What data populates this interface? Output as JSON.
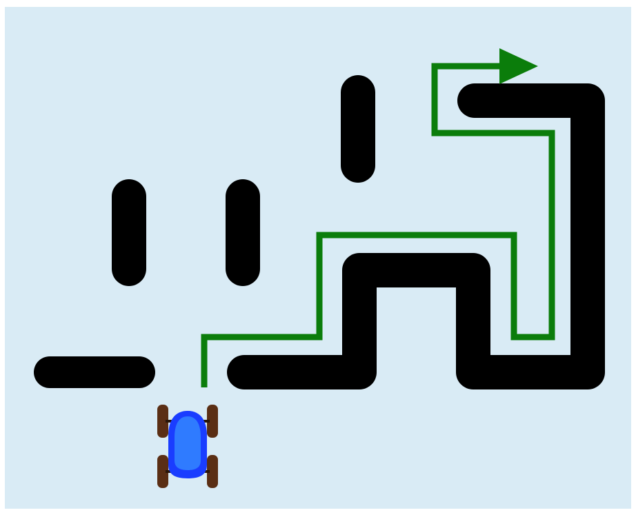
{
  "scene": {
    "type": "robot-maze",
    "colors": {
      "frame": "#ffffff",
      "board": "#d9ebf5",
      "wall": "#000000",
      "path": "#0b7d0b",
      "robot_body": "#1a3dff",
      "robot_highlight": "#2f7bff",
      "robot_wheel": "#5a2e14"
    },
    "walls": [
      {
        "id": "wall-bottom-left",
        "shape": "horizontal-bar"
      },
      {
        "id": "wall-post-1",
        "shape": "vertical-post"
      },
      {
        "id": "wall-post-2",
        "shape": "vertical-post"
      },
      {
        "id": "wall-post-3",
        "shape": "vertical-post"
      },
      {
        "id": "wall-long-snake",
        "shape": "polyline"
      }
    ],
    "path": {
      "description_icon": "green-route-line",
      "end_marker": "arrow-right-icon"
    },
    "robot": {
      "icon": "robot-car-icon",
      "heading": "up"
    }
  }
}
